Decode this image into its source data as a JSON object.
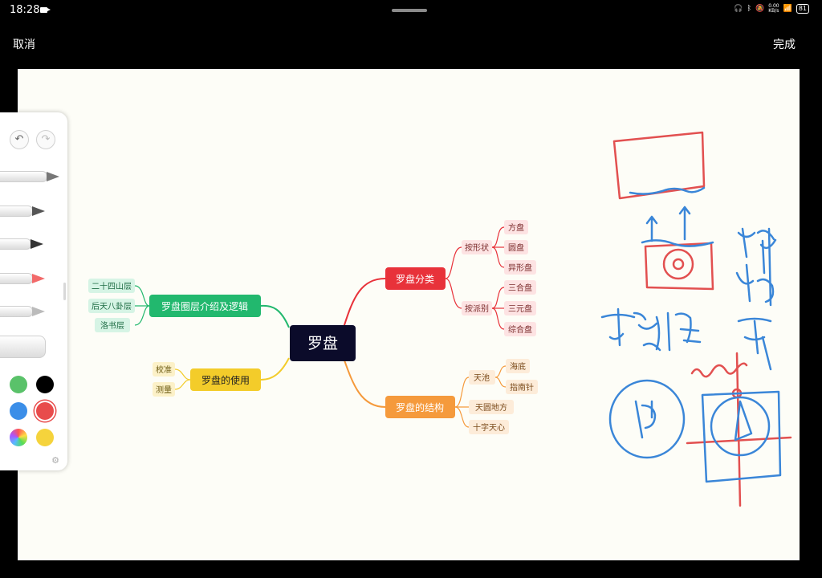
{
  "status": {
    "time": "18:28",
    "speed": "0.00\nKB/s",
    "battery": "81"
  },
  "topbar": {
    "cancel_label": "取消",
    "done_label": "完成"
  },
  "toolbar": {
    "undo_icon": "undo-icon",
    "redo_icon": "redo-icon",
    "tools": [
      "fountain-pen",
      "pencil",
      "brush",
      "marker",
      "ballpoint",
      "eraser"
    ],
    "colors": [
      "#5ac26a",
      "#000000",
      "#3b8ee8",
      "#e84c4c",
      "rainbow",
      "#f5d33c"
    ],
    "selected_color": "#e84c4c"
  },
  "mindmap": {
    "center": "罗盘",
    "branches": {
      "classification": {
        "title": "罗盘分类",
        "color": "#e8323a",
        "groups": [
          {
            "title": "按形状",
            "items": [
              "方盘",
              "圆盘",
              "异形盘"
            ]
          },
          {
            "title": "按派别",
            "items": [
              "三合盘",
              "三元盘",
              "综合盘"
            ]
          }
        ]
      },
      "structure": {
        "title": "罗盘的结构",
        "color": "#f59a3c",
        "groups": [
          {
            "title": "天池",
            "items": [
              "海底",
              "指南针"
            ]
          },
          {
            "title": "天圆地方",
            "items": []
          },
          {
            "title": "十字天心",
            "items": []
          }
        ]
      },
      "layers": {
        "title": "罗盘圈层介绍及逻辑",
        "color": "#22b86e",
        "items": [
          "二十四山层",
          "后天八卦层",
          "洛书层"
        ]
      },
      "usage": {
        "title": "罗盘的使用",
        "color": "#f3cc2a",
        "items": [
          "校准",
          "测量"
        ]
      }
    }
  },
  "handwriting": {
    "ink_colors": {
      "red": "#e25050",
      "blue": "#3a86d8"
    }
  }
}
